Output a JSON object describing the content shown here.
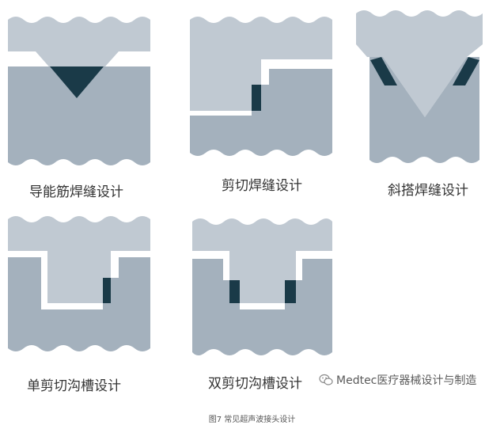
{
  "colors": {
    "upper_part": "#c0c9d2",
    "lower_part": "#a4b1bd",
    "weld_material": "#1a3a48",
    "gap": "#ffffff"
  },
  "diagrams": [
    {
      "id": "energy-director",
      "label": "导能筋焊缝设计"
    },
    {
      "id": "shear-joint",
      "label": "剪切焊缝设计"
    },
    {
      "id": "scarf-joint",
      "label": "斜搭焊缝设计"
    },
    {
      "id": "single-shear-groove",
      "label": "单剪切沟槽设计"
    },
    {
      "id": "double-shear-groove",
      "label": "双剪切沟槽设计"
    }
  ],
  "watermark": {
    "text": "Medtec医疗器械设计与制造",
    "icon": "wechat-icon"
  },
  "caption": "图7 常见超声波接头设计"
}
